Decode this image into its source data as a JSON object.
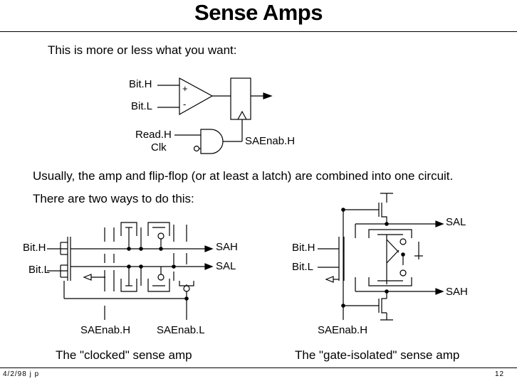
{
  "title": "Sense Amps",
  "intro": "This is more or less what you want:",
  "top_circuit": {
    "bith": "Bit.H",
    "bitl": "Bit.L",
    "plus": "+",
    "minus": "-",
    "readh": "Read.H",
    "clk": "Clk",
    "saenabh": "SAEnab.H"
  },
  "text_usually": "Usually, the amp and flip-flop (or at least a latch) are combined into one circuit.",
  "text_two_ways": "There are two ways to do this:",
  "clocked": {
    "bith": "Bit.H",
    "bitl": "Bit.L",
    "sah": "SAH",
    "sal": "SAL",
    "saenabh": "SAEnab.H",
    "saenabl": "SAEnab.L",
    "caption": "The \"clocked\" sense amp"
  },
  "gate_isolated": {
    "bith": "Bit.H",
    "bitl": "Bit.L",
    "sal": "SAL",
    "sah": "SAH",
    "saenabh": "SAEnab.H",
    "caption": "The \"gate-isolated\" sense amp"
  },
  "footer": {
    "date": "4/2/98 j p",
    "page": "12"
  }
}
